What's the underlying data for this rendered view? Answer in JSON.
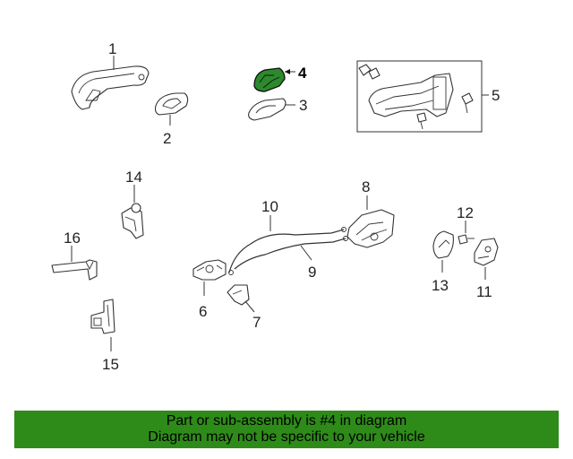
{
  "colors": {
    "highlight": "#2c8a2c",
    "banner": "#2e8b19",
    "line": "#333333"
  },
  "callouts": {
    "c1": "1",
    "c2": "2",
    "c3": "3",
    "c4": "4",
    "c5": "5",
    "c6": "6",
    "c7": "7",
    "c8": "8",
    "c9": "9",
    "c10": "10",
    "c11": "11",
    "c12": "12",
    "c13": "13",
    "c14": "14",
    "c15": "15",
    "c16": "16"
  },
  "highlighted_part": "4",
  "banner": {
    "line1": "Part or sub-assembly is #4 in diagram",
    "line2": "Diagram may not be specific to your vehicle"
  }
}
